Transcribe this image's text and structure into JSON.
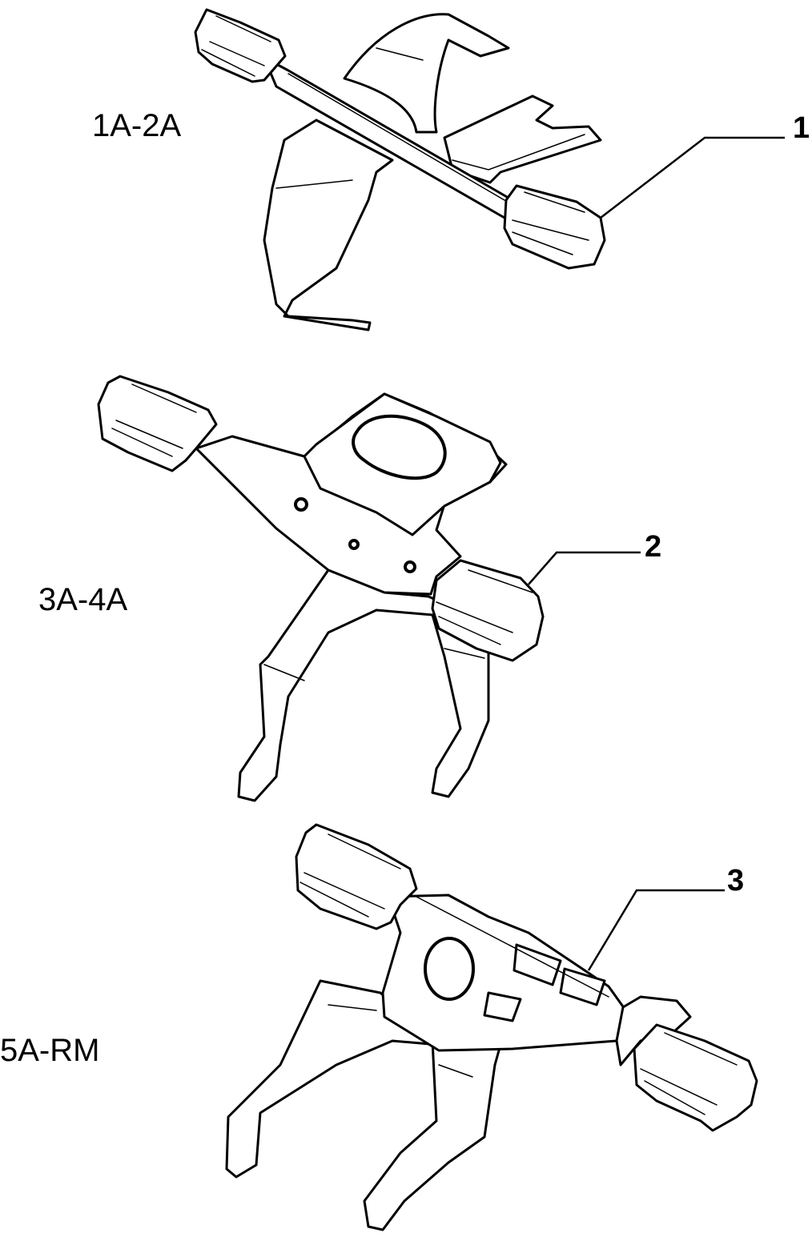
{
  "diagram": {
    "forks": [
      {
        "id": "1",
        "gear_label": "1A-2A",
        "callout": "1"
      },
      {
        "id": "2",
        "gear_label": "3A-4A",
        "callout": "2"
      },
      {
        "id": "3",
        "gear_label": "5A-RM",
        "callout": "3"
      }
    ],
    "colors": {
      "line": "#000000",
      "background": "#ffffff"
    }
  }
}
